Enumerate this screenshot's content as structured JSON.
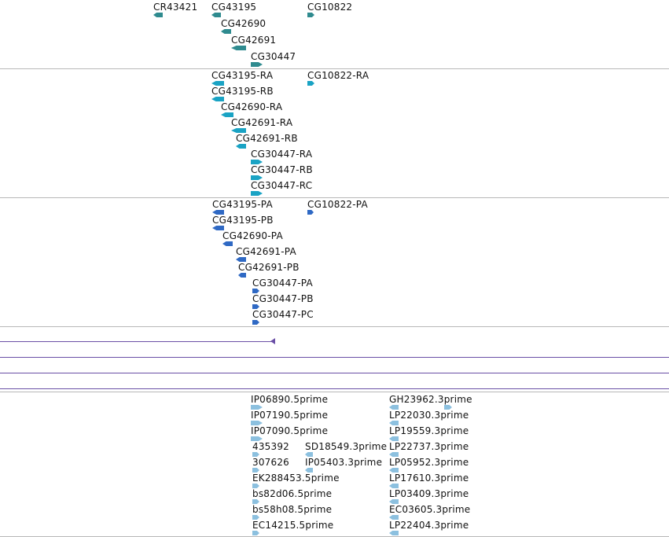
{
  "gene_track": {
    "features": [
      {
        "label": "CR43421",
        "strand": "-"
      },
      {
        "label": "CG43195",
        "strand": "-"
      },
      {
        "label": "CG10822",
        "strand": "+"
      },
      {
        "label": "CG42690",
        "strand": "-"
      },
      {
        "label": "CG42691",
        "strand": "-"
      },
      {
        "label": "CG30447",
        "strand": "+"
      }
    ]
  },
  "transcript_track": {
    "features": [
      {
        "label": "CG43195-RA",
        "strand": "-"
      },
      {
        "label": "CG10822-RA",
        "strand": "+"
      },
      {
        "label": "CG43195-RB",
        "strand": "-"
      },
      {
        "label": "CG42690-RA",
        "strand": "-"
      },
      {
        "label": "CG42691-RA",
        "strand": "-"
      },
      {
        "label": "CG42691-RB",
        "strand": "-"
      },
      {
        "label": "CG30447-RA",
        "strand": "+"
      },
      {
        "label": "CG30447-RB",
        "strand": "+"
      },
      {
        "label": "CG30447-RC",
        "strand": "+"
      }
    ]
  },
  "peptide_track": {
    "features": [
      {
        "label": "CG43195-PA",
        "strand": "-"
      },
      {
        "label": "CG10822-PA",
        "strand": "+"
      },
      {
        "label": "CG43195-PB",
        "strand": "-"
      },
      {
        "label": "CG42690-PA",
        "strand": "-"
      },
      {
        "label": "CG42691-PA",
        "strand": "-"
      },
      {
        "label": "CG42691-PB",
        "strand": "-"
      },
      {
        "label": "CG30447-PA",
        "strand": "+"
      },
      {
        "label": "CG30447-PB",
        "strand": "+"
      },
      {
        "label": "CG30447-PC",
        "strand": "+"
      }
    ]
  },
  "est_track": {
    "features": [
      {
        "label": "IP06890.5prime",
        "strand": "+"
      },
      {
        "label": "GH23962.3prime",
        "strand": "-"
      },
      {
        "label": "IP07190.5prime",
        "strand": "+"
      },
      {
        "label": "LP22030.3prime",
        "strand": "-"
      },
      {
        "label": "IP07090.5prime",
        "strand": "+"
      },
      {
        "label": "LP19559.3prime",
        "strand": "-"
      },
      {
        "label": "435392",
        "strand": "+"
      },
      {
        "label": "SD18549.3prime",
        "strand": "-"
      },
      {
        "label": "LP22737.3prime",
        "strand": "-"
      },
      {
        "label": "307626",
        "strand": "+"
      },
      {
        "label": "IP05403.3prime",
        "strand": "-"
      },
      {
        "label": "LP05952.3prime",
        "strand": "-"
      },
      {
        "label": "EK288453.5prime",
        "strand": "+"
      },
      {
        "label": "LP17610.3prime",
        "strand": "-"
      },
      {
        "label": "bs82d06.5prime",
        "strand": "+"
      },
      {
        "label": "LP03409.3prime",
        "strand": "-"
      },
      {
        "label": "bs58h08.5prime",
        "strand": "+"
      },
      {
        "label": "EC03605.3prime",
        "strand": "-"
      },
      {
        "label": "EC14215.5prime",
        "strand": "+"
      },
      {
        "label": "LP22404.3prime",
        "strand": "-"
      }
    ]
  },
  "colors": {
    "gene": "#2f8b8f",
    "transcript": "#1aa3c4",
    "peptide": "#2f69c4",
    "est": "#8cc0df",
    "alignment_line": "#6a4fa6",
    "track_separator": "#b8b8b8"
  }
}
